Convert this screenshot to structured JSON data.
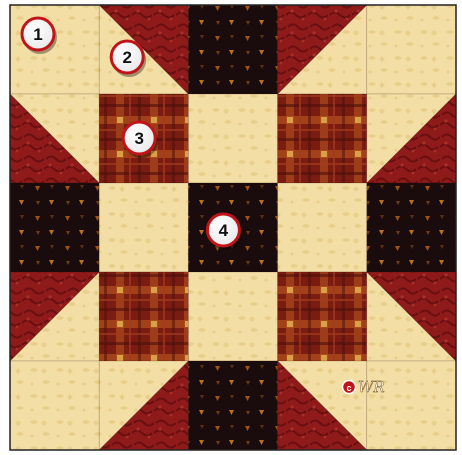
{
  "block": {
    "grid_size": 5,
    "colors": {
      "cream": "#f3dfa6",
      "cream_pattern": "#e9cf8c",
      "red": "#8e1a1a",
      "red_pattern": "#6e1010",
      "black": "#1a0c0c",
      "black_pattern": "#a35a1a",
      "plaid_base": "#7a1c12",
      "plaid_gold": "#c98f36",
      "border": "#222222",
      "badge_fill": "#ffffff",
      "badge_ring": "#c0141a"
    },
    "cells": [
      [
        "cream",
        "hst-red-tr",
        "black",
        "hst-red-tl",
        "cream"
      ],
      [
        "hst-red-bl",
        "plaid",
        "cream",
        "plaid",
        "hst-red-br"
      ],
      [
        "black",
        "cream",
        "black",
        "cream",
        "black"
      ],
      [
        "hst-red-tl",
        "plaid",
        "cream",
        "plaid",
        "hst-red-tr"
      ],
      [
        "cream",
        "hst-red-br",
        "black",
        "hst-red-bl",
        "cream"
      ]
    ]
  },
  "badges": [
    {
      "label": "1",
      "row": 0,
      "col": 0
    },
    {
      "label": "2",
      "row": 0,
      "col": 1
    },
    {
      "label": "3",
      "row": 1,
      "col": 1
    },
    {
      "label": "4",
      "row": 2,
      "col": 2
    }
  ],
  "signature": {
    "icon": "copyright-icon",
    "text": "WR"
  }
}
